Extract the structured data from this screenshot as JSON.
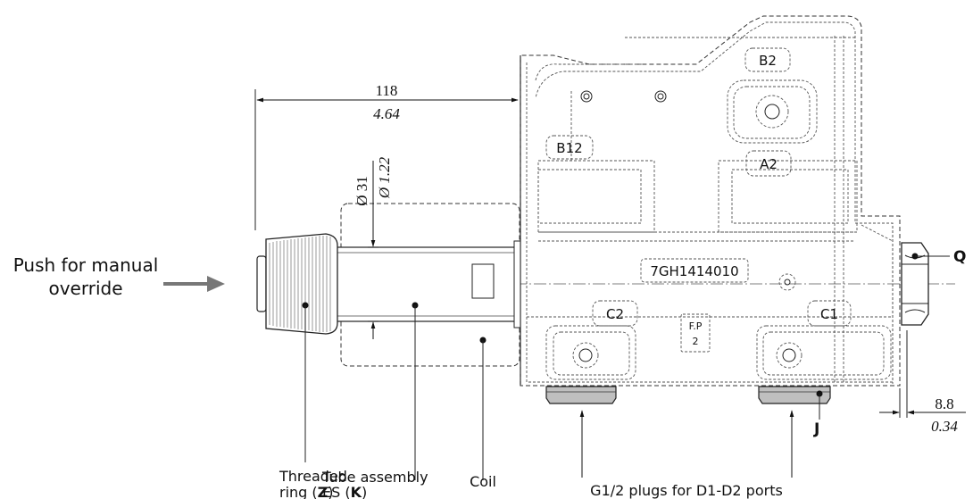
{
  "labels": {
    "push": [
      "Push for manual",
      "override"
    ],
    "threaded_ring": [
      "Threaded",
      "ring (",
      "Z",
      ")"
    ],
    "tube": [
      "Tube assembly",
      "ES (",
      "K",
      ")"
    ],
    "coil": "Coil",
    "plugs": "G1/2 plugs for D1-D2 ports",
    "q": "Q",
    "j": "J"
  },
  "dimensions": {
    "length_mm": "118",
    "length_in": "4.64",
    "dia_mm": "Ø 31",
    "dia_in": "Ø 1.22",
    "offset_mm": "8.8",
    "offset_in": "0.34"
  },
  "port_tags": {
    "b2": "B2",
    "b12": "B12",
    "a2": "A2",
    "c2": "C2",
    "c1": "C1",
    "fp": [
      "F.P",
      "2"
    ],
    "part": "7GH1414010"
  }
}
